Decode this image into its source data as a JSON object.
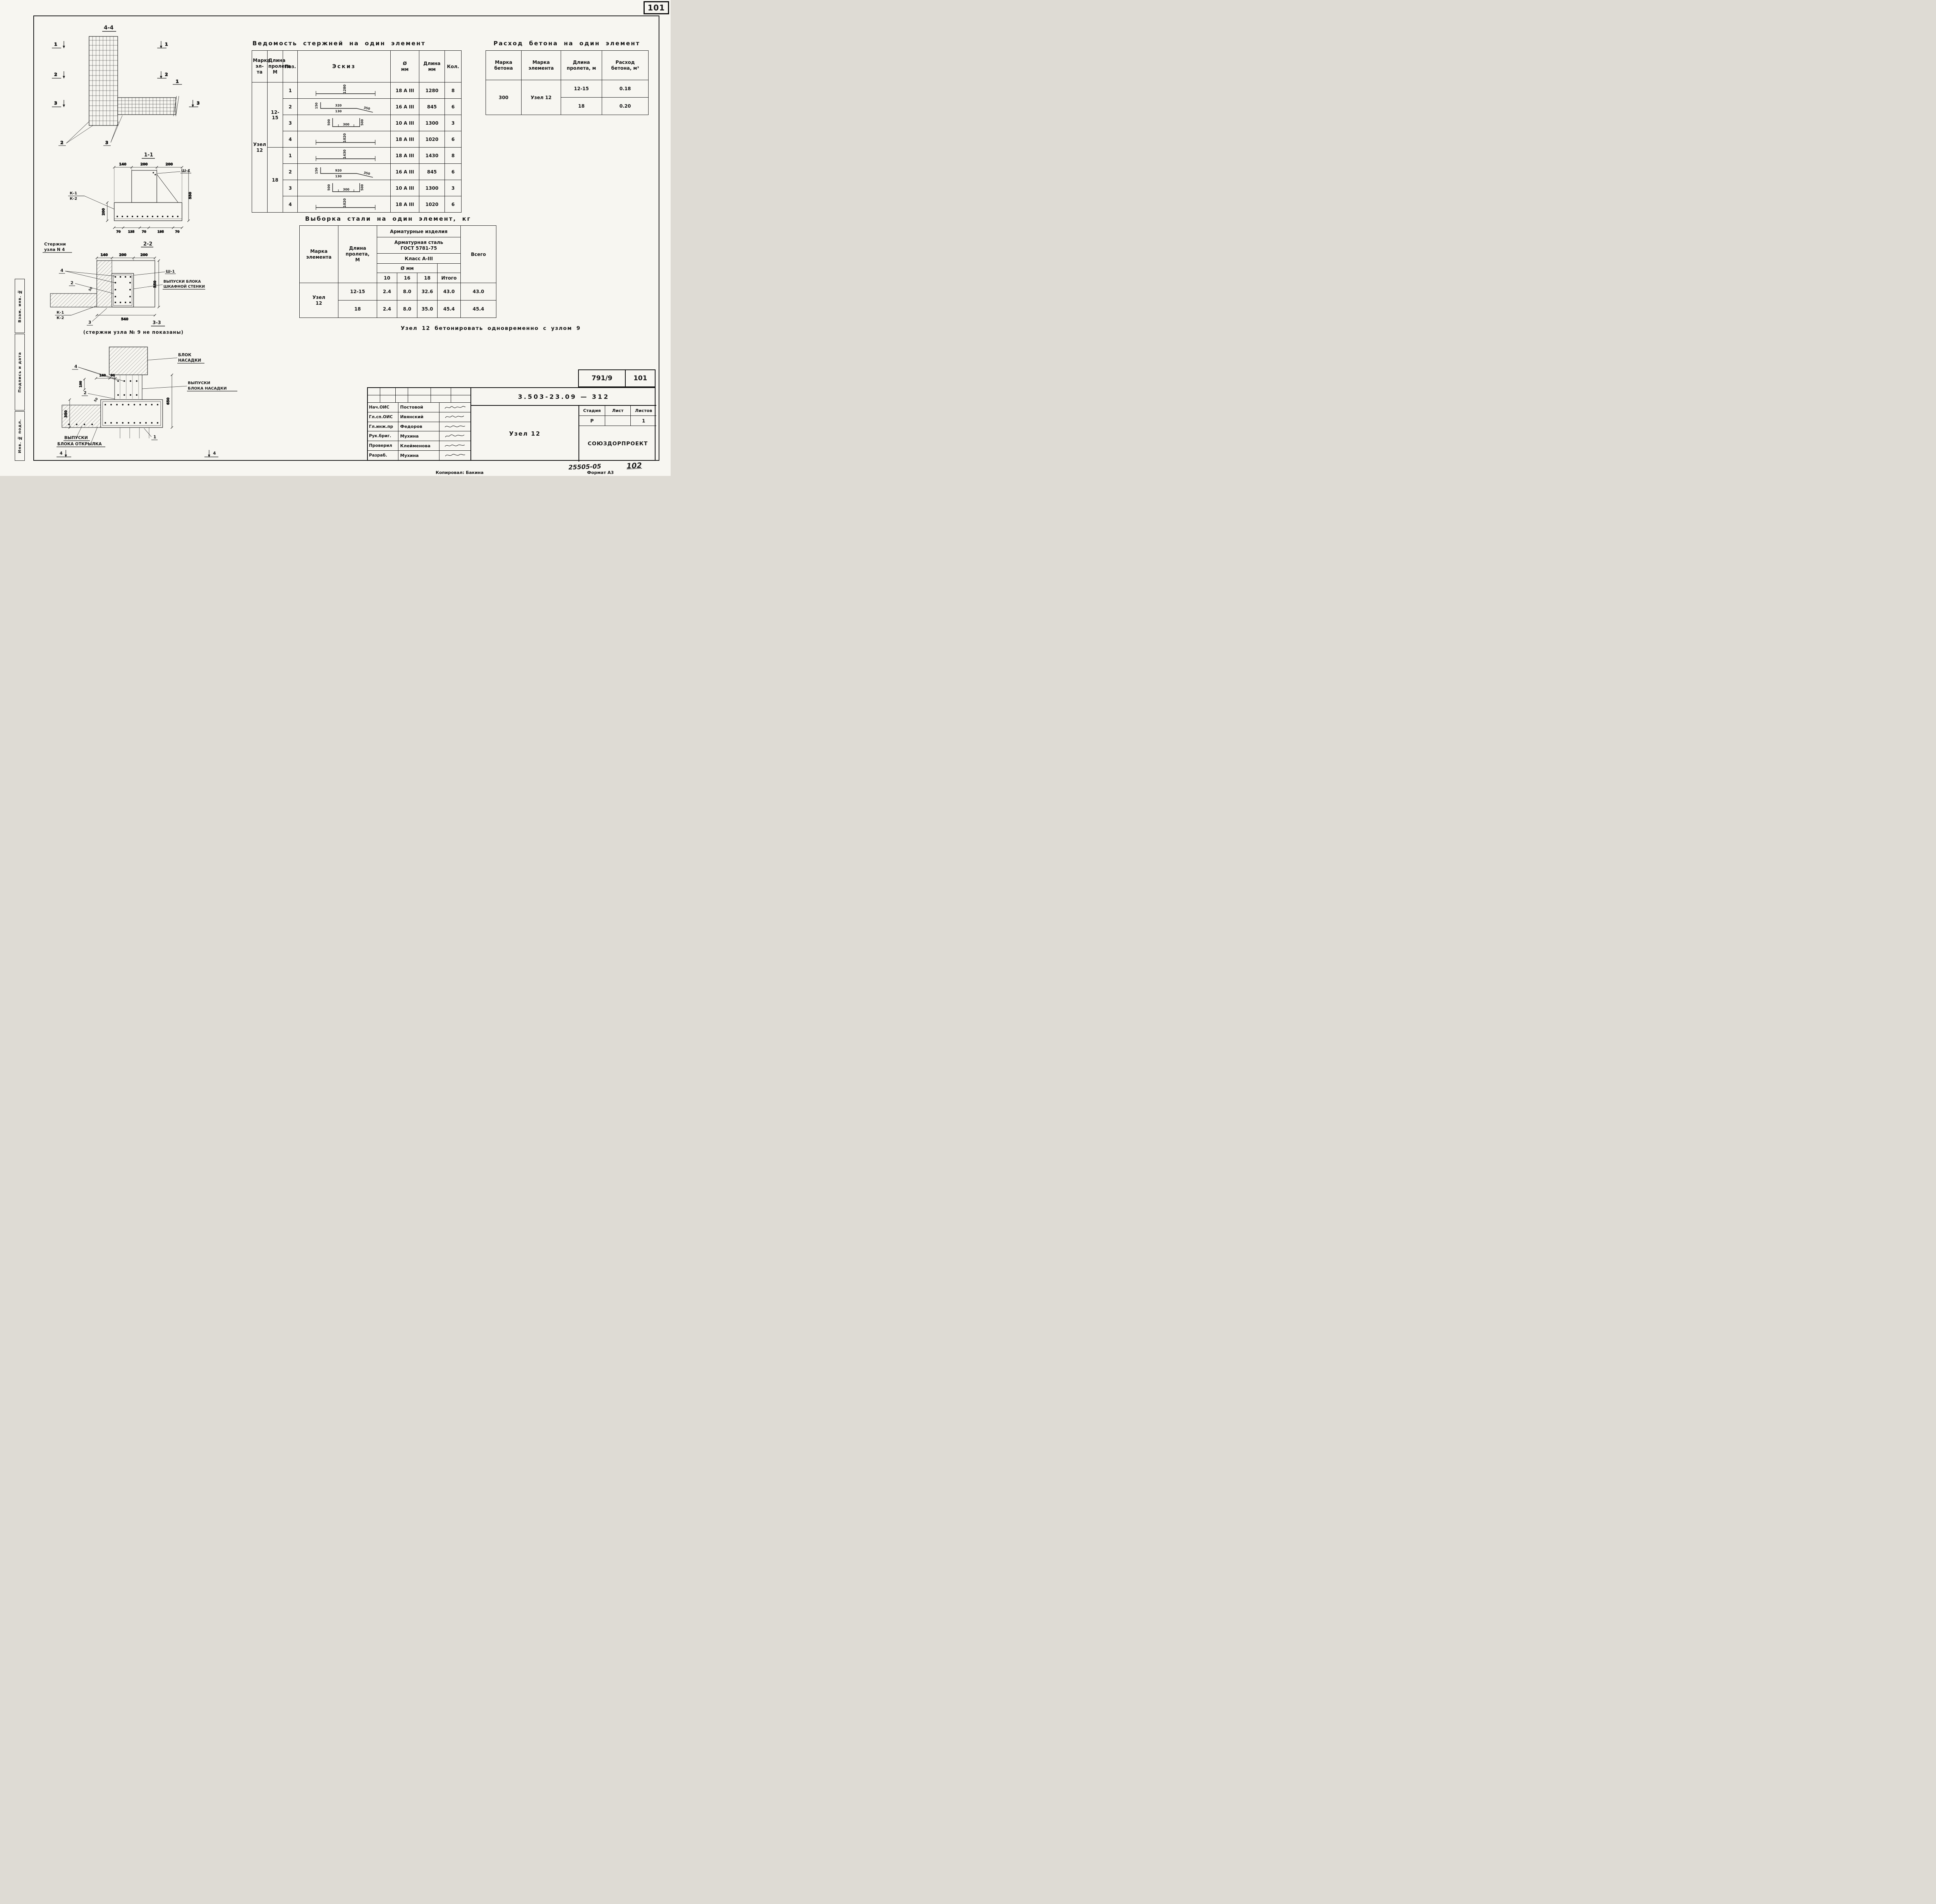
{
  "page": {
    "sheet_corner": "101",
    "handwritten_ref": "25505-05",
    "handwritten_page": "102",
    "copied": "Копировал: Бакина",
    "format": "Формат А3"
  },
  "margin_stamps": {
    "vzam": "Взам. инв. №",
    "podpis": "Подпись и дата",
    "inv": "Инв. № подл."
  },
  "d44": {
    "title": "4-4",
    "m1": "1",
    "m2": "2",
    "m3": "3",
    "beam_mark": "1",
    "callout2": "2",
    "callout3": "3"
  },
  "d11": {
    "title": "1-1",
    "dim_140": "140",
    "dim_200a": "200",
    "dim_200b": "200",
    "sh1": "Ш-1",
    "k1": "К-1",
    "k2": "К-2",
    "dim_550": "550",
    "dim_200": "200",
    "b70a": "70",
    "b135": "135",
    "b70b": "70",
    "b195": "195",
    "b70c": "70"
  },
  "d22": {
    "label_sterzhni_1": "Стержни",
    "label_sterzhni_2": "узла N 4",
    "title": "2-2",
    "dim_140": "140",
    "dim_200a": "200",
    "dim_200b": "200",
    "sh1": "Ш-1",
    "vypuski_1": "ВЫПУСКИ БЛОКА",
    "vypuski_2": "ШКАФНОЙ СТЕНКИ",
    "c4": "4",
    "c2": "2",
    "dim_50": "50",
    "dim_550": "550",
    "k1": "К-1",
    "k2": "К-2",
    "c3": "3",
    "dim_540": "540",
    "title_next": "3-3",
    "note": "(стержни узла № 9 не показаны)"
  },
  "d33": {
    "blok_1": "БЛОК",
    "blok_2": "НАСАДКИ",
    "vyp_nasadki_1": "ВЫПУСКИ",
    "vyp_nasadki_2": "БЛОКА НАСАДКИ",
    "vyp_otkrylka_1": "ВЫПУСКИ",
    "vyp_otkrylka_2": "БЛОКА ОТКРЫЛКА",
    "c4": "4",
    "c2": "2",
    "c1": "1",
    "dim_140": "140",
    "dim_60": "60",
    "dim_100": "100",
    "dim_50": "50",
    "dim_350": "350",
    "dim_650": "650",
    "mark4l": "4",
    "mark4r": "4"
  },
  "bars_table": {
    "title": "Ведомость стержней на один элемент",
    "h_mark": "Марка\nэл-та",
    "h_span": "Длина\nпролета\nМ",
    "h_pos": "Поз.",
    "h_sketch": "Эскиз",
    "h_dia": "Ø\nмм",
    "h_len": "Длина\nмм",
    "h_qty": "Кол.",
    "mark": "Узел\n12",
    "span_a": "12-15",
    "span_b": "18",
    "rows": [
      {
        "pos": "1",
        "dim": "1280",
        "dia": "18 А III",
        "len": "1280",
        "qty": "8"
      },
      {
        "pos": "2",
        "d_top": "320",
        "d_bot": "130",
        "d_left": "150",
        "d_right": "350",
        "dia": "16 А III",
        "len": "845",
        "qty": "6"
      },
      {
        "pos": "3",
        "d_left": "500",
        "d_mid": "300",
        "d_right": "500",
        "dia": "10 А III",
        "len": "1300",
        "qty": "3"
      },
      {
        "pos": "4",
        "dim": "1020",
        "dia": "18 А III",
        "len": "1020",
        "qty": "6"
      },
      {
        "pos": "1",
        "dim": "1430",
        "dia": "18 А III",
        "len": "1430",
        "qty": "8"
      },
      {
        "pos": "2",
        "d_top": "920",
        "d_bot": "130",
        "d_left": "150",
        "d_right": "350",
        "dia": "16 А III",
        "len": "845",
        "qty": "6"
      },
      {
        "pos": "3",
        "d_left": "500",
        "d_mid": "300",
        "d_right": "500",
        "dia": "10 А III",
        "len": "1300",
        "qty": "3"
      },
      {
        "pos": "4",
        "dim": "1020",
        "dia": "18 А III",
        "len": "1020",
        "qty": "6"
      }
    ]
  },
  "concrete_table": {
    "title": "Расход бетона на один элемент",
    "h_mark": "Марка\nбетона",
    "h_elem": "Марка\nэлемента",
    "h_span": "Длина\nпролета, м",
    "h_vol": "Расход\nбетона, м³",
    "mark": "300",
    "element": "Узел 12",
    "rows": [
      {
        "span": "12-15",
        "vol": "0.18"
      },
      {
        "span": "18",
        "vol": "0.20"
      }
    ]
  },
  "steel_table": {
    "title": "Выборка стали на один элемент, кг",
    "h_mark": "Марка\nэлемента",
    "h_span": "Длина\nпролета,\nМ",
    "h_group": "Арматурные изделия",
    "h_gost": "Арматурная сталь\nГОСТ 5781-75",
    "h_class": "Класс А-III",
    "h_dia": "Ø мм",
    "d10": "10",
    "d16": "16",
    "d18": "18",
    "h_itogo": "Итого",
    "h_vsego": "Всего",
    "mark": "Узел\n12",
    "rows": [
      {
        "span": "12-15",
        "v10": "2.4",
        "v16": "8.0",
        "v18": "32.6",
        "itogo": "43.0",
        "vsego": "43.0"
      },
      {
        "span": "18",
        "v10": "2.4",
        "v16": "8.0",
        "v18": "35.0",
        "itogo": "45.4",
        "vsego": "45.4"
      }
    ]
  },
  "note": "Узел 12 бетонировать одновременно с узлом 9",
  "title_block": {
    "ref": "791/9",
    "sheet": "101",
    "doc_number": "3.503-23.09 — 312",
    "subject": "Узел 12",
    "stage_label": "Стадия",
    "sheet_label": "Лист",
    "sheets_label": "Листов",
    "stage": "Р",
    "sheet_current": "",
    "sheets_count": "1",
    "org": "СОЮЗДОРПРОЕКТ",
    "people": [
      {
        "role": "Нач.ОИС",
        "name": "Постовой"
      },
      {
        "role": "Гл.сп.ОИС",
        "name": "Ивянский"
      },
      {
        "role": "Гл.инж.пр",
        "name": "Федоров"
      },
      {
        "role": "Рук.бриг.",
        "name": "Мухина"
      },
      {
        "role": "Проверил",
        "name": "Клейменова"
      },
      {
        "role": "Разраб.",
        "name": "Мухина"
      }
    ]
  }
}
